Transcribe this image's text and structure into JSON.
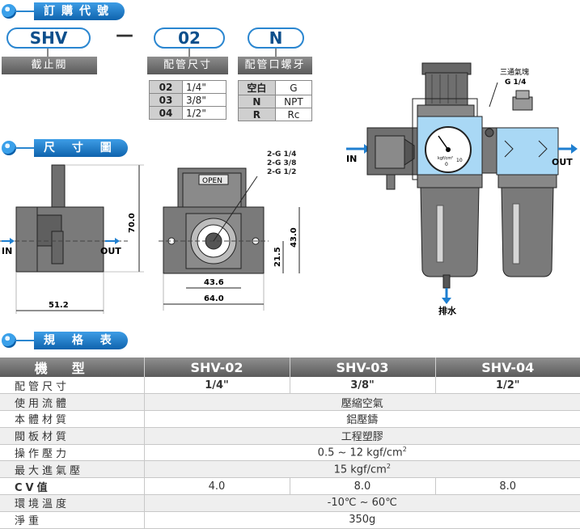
{
  "sections": {
    "order": "訂購代號",
    "dimensions": "尺 寸 圖",
    "specs": "規 格 表"
  },
  "order_code": {
    "model_code": "SHV",
    "model_label": "截止閥",
    "dash": "—",
    "size_code": "02",
    "size_label": "配管尺寸",
    "thread_code": "N",
    "thread_label": "配管口螺牙",
    "size_options": [
      {
        "code": "02",
        "value": "1/4\""
      },
      {
        "code": "03",
        "value": "3/8\""
      },
      {
        "code": "04",
        "value": "1/2\""
      }
    ],
    "thread_options": [
      {
        "code": "空白",
        "value": "G"
      },
      {
        "code": "N",
        "value": "NPT"
      },
      {
        "code": "R",
        "value": "Rc"
      }
    ]
  },
  "dimension_drawing": {
    "in_label": "IN",
    "out_label": "OUT",
    "height_total": "70.0",
    "width_side": "51.2",
    "width_front": "64.0",
    "width_inner": "43.6",
    "height_right": "43.0",
    "height_center": "21.5",
    "open_label": "OPEN",
    "port_threads": [
      "2-G 1/4",
      "2-G 3/8",
      "2-G 1/2"
    ]
  },
  "assembly_drawing": {
    "in_label": "IN",
    "out_label": "OUT",
    "drain_label": "排水",
    "tee_label": "三通氣塊",
    "tee_thread": "G 1/4",
    "gauge_unit": "kgf/cm²",
    "gauge_scale": [
      "0",
      "10"
    ]
  },
  "spec_table": {
    "header": [
      "機型",
      "SHV-02",
      "SHV-03",
      "SHV-04"
    ],
    "rows": [
      {
        "label": "配管尺寸",
        "values": [
          "1/4\"",
          "3/8\"",
          "1/2\""
        ],
        "bold": true
      },
      {
        "label": "使用流體",
        "merged": "壓縮空氣"
      },
      {
        "label": "本體材質",
        "merged": "鋁壓鑄"
      },
      {
        "label": "閥板材質",
        "merged": "工程塑膠"
      },
      {
        "label": "操作壓力",
        "merged": "0.5 ~ 12 kgf/cm",
        "sup": "2"
      },
      {
        "label": "最大進氣壓",
        "merged": "15 kgf/cm",
        "sup": "2"
      },
      {
        "label": "CV值",
        "values": [
          "4.0",
          "8.0",
          "8.0"
        ]
      },
      {
        "label": "環境溫度",
        "merged": "-10℃ ~ 60℃"
      },
      {
        "label": "淨重",
        "merged": "350g"
      }
    ]
  },
  "colors": {
    "accent_blue": "#2a86d0",
    "body_gray": "#7a7a7a",
    "header_gray": "#6f6f6f",
    "light_blue": "#a9d8f5"
  }
}
